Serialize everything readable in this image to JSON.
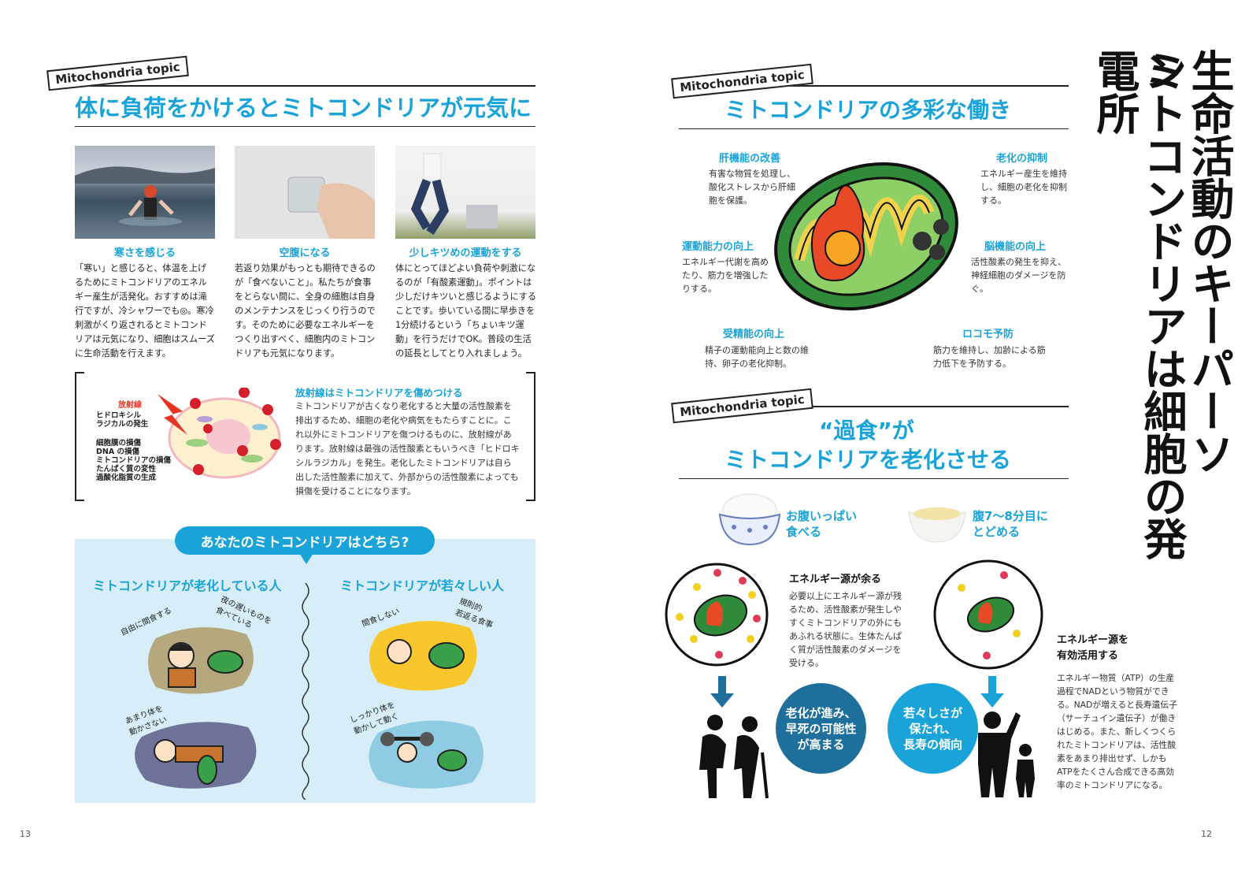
{
  "colors": {
    "accent": "#1aa3d9",
    "dark_blue": "#1e6f9c",
    "light_blue_bg": "#d7eef8"
  },
  "page_numbers": {
    "left": "13",
    "right": "12"
  },
  "left": {
    "topic_tag": "Mitochondria topic",
    "headline": "体に負荷をかけるとミトコンドリアが元気に",
    "columns": [
      {
        "caption": "寒さを感じる",
        "text": "「寒い」と感じると、体温を上げるためにミトコンドリアのエネルギー産生が活発化。おすすめは滝行ですが、冷シャワーでも◎。寒冷刺激がくり返されるとミトコンドリアは元気になり、細胞はスムーズに生命活動を行えます。"
      },
      {
        "caption": "空腹になる",
        "text": "若返り効果がもっとも期待できるのが「食べないこと」。私たちが食事をとらない間に、全身の細胞は自身のメンテナンスをじっくり行うのです。そのために必要なエネルギーをつくり出すべく、細胞内のミトコンドリアも元気になります。"
      },
      {
        "caption": "少しキツめの運動をする",
        "text": "体にとってほどよい負荷や刺激になるのが「有酸素運動」。ポイントは少しだけキツいと感じるようにすることです。歩いている間に早歩きを1分続けるという「ちょいキツ運動」を行うだけでOK。普段の生活の延長としてとり入れましょう。"
      }
    ],
    "radiation": {
      "heading": "放射線はミトコンドリアを傷めつける",
      "text": "ミトコンドリアが古くなり老化すると大量の活性酸素を排出するため、細胞の老化や病気をもたらすことに。これ以外にミトコンドリアを傷つけるものに、放射線があります。放射線は最強の活性酸素ともいうべき「ヒドロキシルラジカル」を発生。老化したミトコンドリアは自ら出した活性酸素に加えて、外部からの活性酸素によっても損傷を受けることになります。",
      "diagram_label": "放射線",
      "effect_1": "ヒドロキシル\nラジカルの発生",
      "effect_2": "細胞膜の損傷\nDNA の損傷\nミトコンドリアの損傷\nたんぱく質の変性\n過酸化脂質の生成"
    },
    "quiz": {
      "title": "あなたのミトコンドリアはどちら?",
      "aging_title": "ミトコンドリアが老化している人",
      "young_title": "ミトコンドリアが若々しい人",
      "aging_notes": [
        "自由に間食する",
        "夜の遅いものを\n食べている",
        "あまり体を\n動かさない"
      ],
      "young_notes": [
        "間食しない",
        "規則的\n若返る食事",
        "しっかり体を\n動かして動く"
      ]
    }
  },
  "right": {
    "topic_tag_1": "Mitochondria topic",
    "headline_1": "ミトコンドリアの多彩な働き",
    "functions": [
      {
        "label": "肝機能の改善",
        "text": "有害な物質を処理し、酸化ストレスから肝細胞を保護。"
      },
      {
        "label": "老化の抑制",
        "text": "エネルギー産生を維持し、細胞の老化を抑制する。"
      },
      {
        "label": "運動能力の向上",
        "text": "エネルギー代謝を高めたり、筋力を増強したりする。"
      },
      {
        "label": "脳機能の向上",
        "text": "活性酸素の発生を抑え、神経細胞のダメージを防ぐ。"
      },
      {
        "label": "受精能の向上",
        "text": "精子の運動能向上と数の維持、卵子の老化抑制。"
      },
      {
        "label": "ロコモ予防",
        "text": "筋力を維持し、加齢による筋力低下を予防する。"
      }
    ],
    "vertical_title": [
      "生命活動のキーパーソン",
      "ミトコンドリアは細胞の発電所"
    ],
    "topic_tag_2": "Mitochondria topic",
    "headline_2_line1": "“過食”が",
    "headline_2_line2": "ミトコンドリアを老化させる",
    "full_label": "お腹いっぱい\n食べる",
    "moderate_label": "腹7～8分目に\nとどめる",
    "excess": {
      "heading": "エネルギー源が余る",
      "text": "必要以上にエネルギー源が残るため、活性酸素が発生しやすくミトコンドリアの外にもあふれる状態に。生体たんぱく質が活性酸素のダメージを受ける。"
    },
    "efficient": {
      "heading": "エネルギー源を\n有効活用する",
      "text": "エネルギー物質（ATP）の生産過程でNADという物質ができる。NADが増えると長寿遺伝子（サーチュイン遺伝子）が働きはじめる。また、新しくつくられたミトコンドリアは、活性酸素をあまり排出せず、しかもATPをたくさん合成できる高効率のミトコンドリアになる。"
    },
    "outcome_bad": "老化が進み、\n早死の可能性\nが高まる",
    "outcome_good": "若々しさが\n保たれ、\n長寿の傾向"
  }
}
